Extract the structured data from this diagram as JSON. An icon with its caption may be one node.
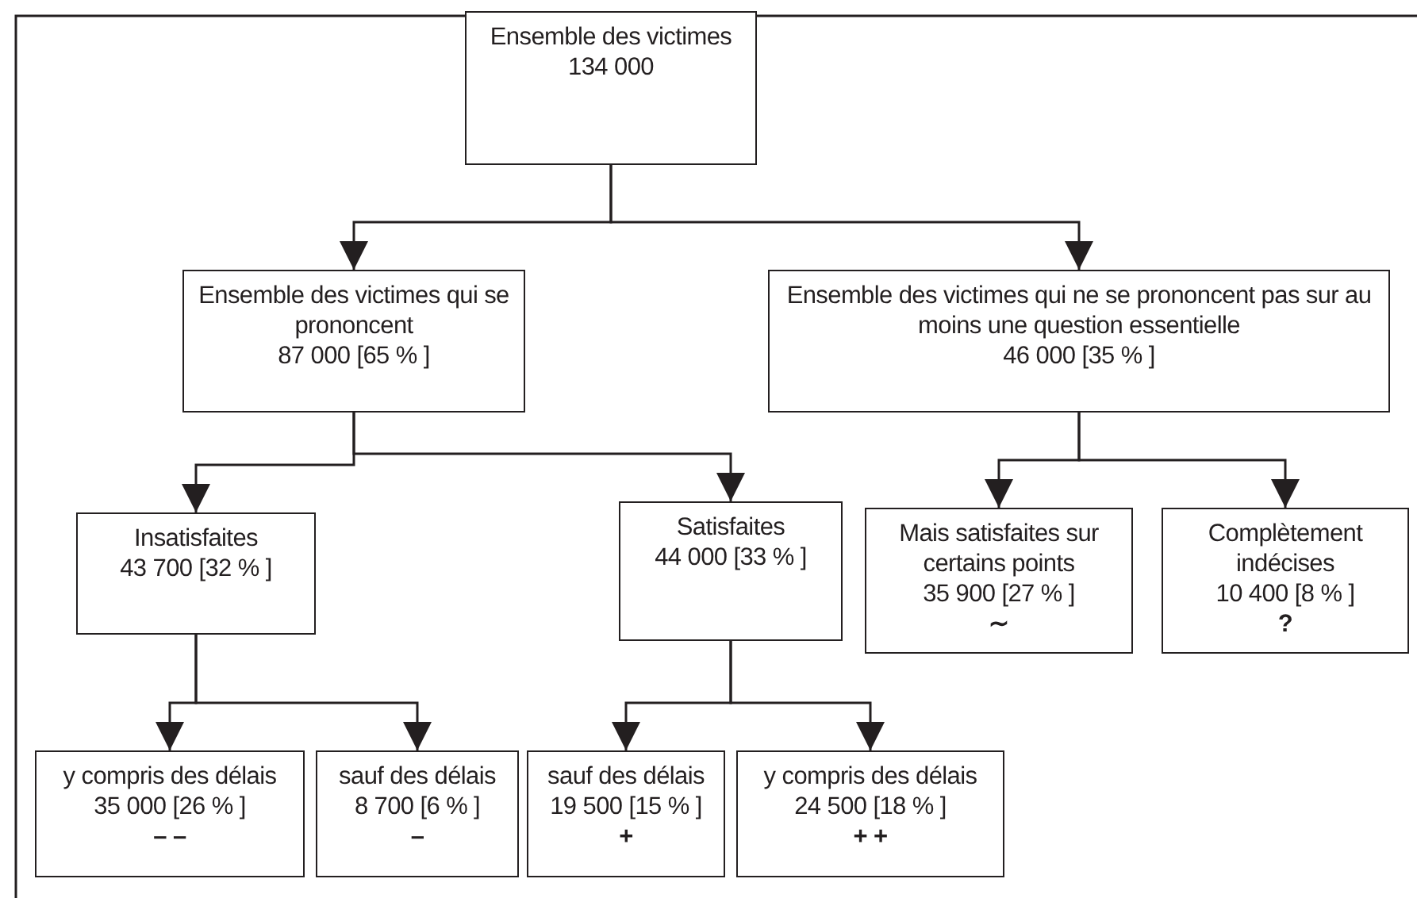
{
  "diagram": {
    "nodes": [
      {
        "text": [
          "Ensemble des victimes",
          "134 000"
        ]
      },
      {
        "text": [
          "Ensemble des victimes qui se prononcent",
          "87 000 [65 % ]"
        ]
      },
      {
        "text": [
          "Ensemble des victimes qui ne se prononcent pas sur au moins une question essentielle",
          "46 000 [35 % ]"
        ]
      },
      {
        "text": [
          "Insatisfaites",
          "43 700  [32 % ]"
        ]
      },
      {
        "text": [
          "Satisfaites",
          "44 000  [33 % ]"
        ]
      },
      {
        "text": [
          "Mais satisfaites sur certains points",
          "35 900 [27 % ]",
          "∼"
        ]
      },
      {
        "text": [
          "Complètement indécises",
          "10 400 [8 % ]",
          "?"
        ]
      },
      {
        "text": [
          "y compris des délais",
          "35 000 [26 % ]",
          "– –"
        ]
      },
      {
        "text": [
          "sauf des délais",
          "8 700 [6 % ]",
          "–"
        ]
      },
      {
        "text": [
          "sauf des délais",
          "19 500 [15 % ]",
          "+"
        ]
      },
      {
        "text": [
          "y compris des délais",
          "24 500 [18 % ]",
          "+ +"
        ]
      }
    ],
    "edges": [
      {
        "from": 0,
        "to": 1,
        "arrow": "to"
      },
      {
        "from": 0,
        "to": 2,
        "arrow": "to"
      },
      {
        "from": 1,
        "to": 3,
        "arrow": "to"
      },
      {
        "from": 1,
        "to": 4,
        "arrow": "to"
      },
      {
        "from": 2,
        "to": 5,
        "arrow": "to"
      },
      {
        "from": 2,
        "to": 6,
        "arrow": "to"
      },
      {
        "from": 3,
        "to": 7,
        "arrow": "to"
      },
      {
        "from": 3,
        "to": 8,
        "arrow": "to"
      },
      {
        "from": 4,
        "to": 9,
        "arrow": "to"
      },
      {
        "from": 4,
        "to": 10,
        "arrow": "to"
      }
    ]
  }
}
